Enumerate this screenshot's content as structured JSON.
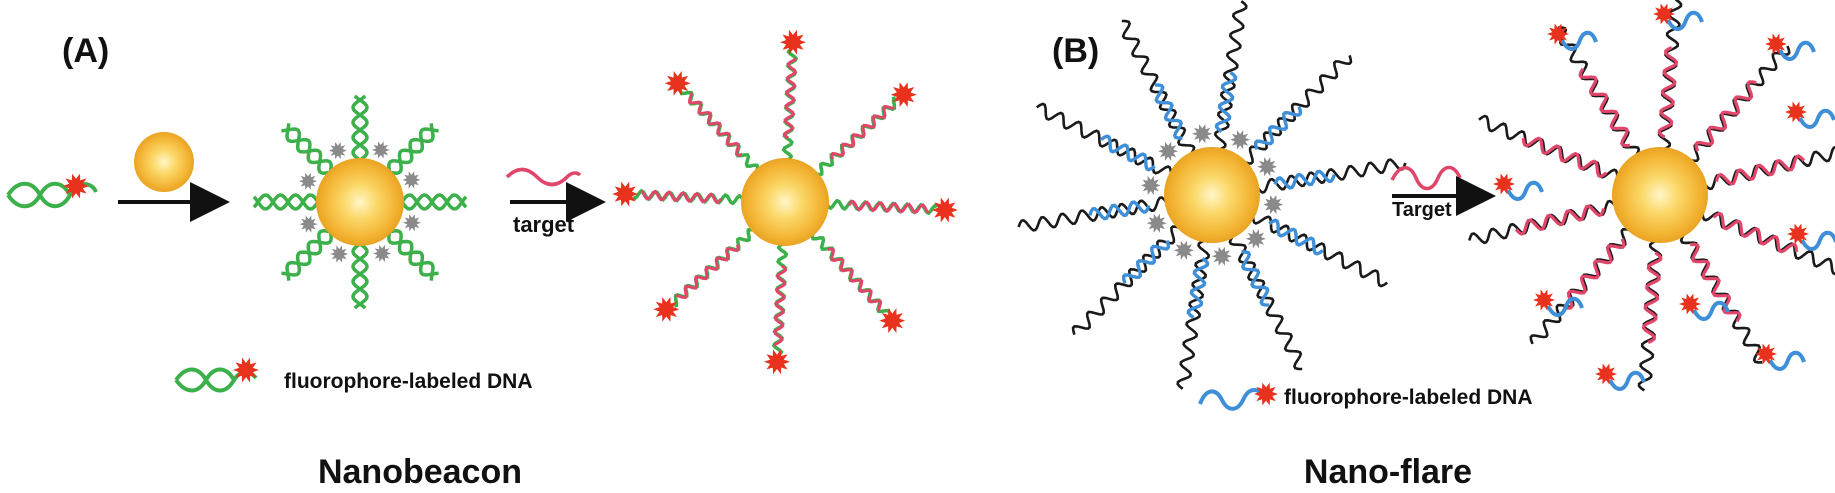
{
  "panel_a": {
    "label": "(A)",
    "arrow_label": "target",
    "legend_text": "fluorophore-labeled DNA",
    "caption": "Nanobeacon"
  },
  "panel_b": {
    "label": "(B)",
    "arrow_label": "Target",
    "legend_text": "fluorophore-labeled DNA",
    "caption": "Nano-flare"
  },
  "colors": {
    "gold_center": "#fff6c8",
    "gold_mid": "#f7bf3a",
    "gold_edge": "#e49a1a",
    "green_dna": "#3cb04a",
    "red_dna": "#e0456a",
    "blue_dna": "#3f8fd8",
    "black_dna": "#1a1a1a",
    "fluorophore": "#e8321e",
    "quencher": "#8a8a8a"
  }
}
